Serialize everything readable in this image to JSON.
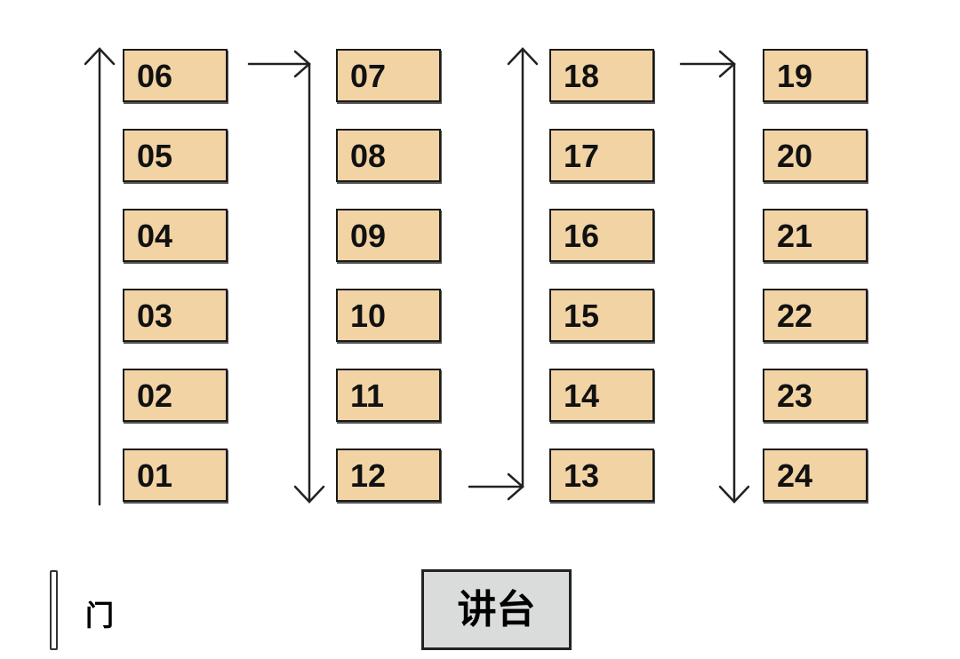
{
  "columns": [
    {
      "seats": [
        "06",
        "05",
        "04",
        "03",
        "02",
        "01"
      ]
    },
    {
      "seats": [
        "07",
        "08",
        "09",
        "10",
        "11",
        "12"
      ]
    },
    {
      "seats": [
        "18",
        "17",
        "16",
        "15",
        "14",
        "13"
      ]
    },
    {
      "seats": [
        "19",
        "20",
        "21",
        "22",
        "23",
        "24"
      ]
    }
  ],
  "legend": {
    "door_label": "门"
  },
  "podium": {
    "label": "讲台"
  },
  "colors": {
    "seat_fill": "#f2d3a4",
    "podium_fill": "#d9dcdb"
  }
}
